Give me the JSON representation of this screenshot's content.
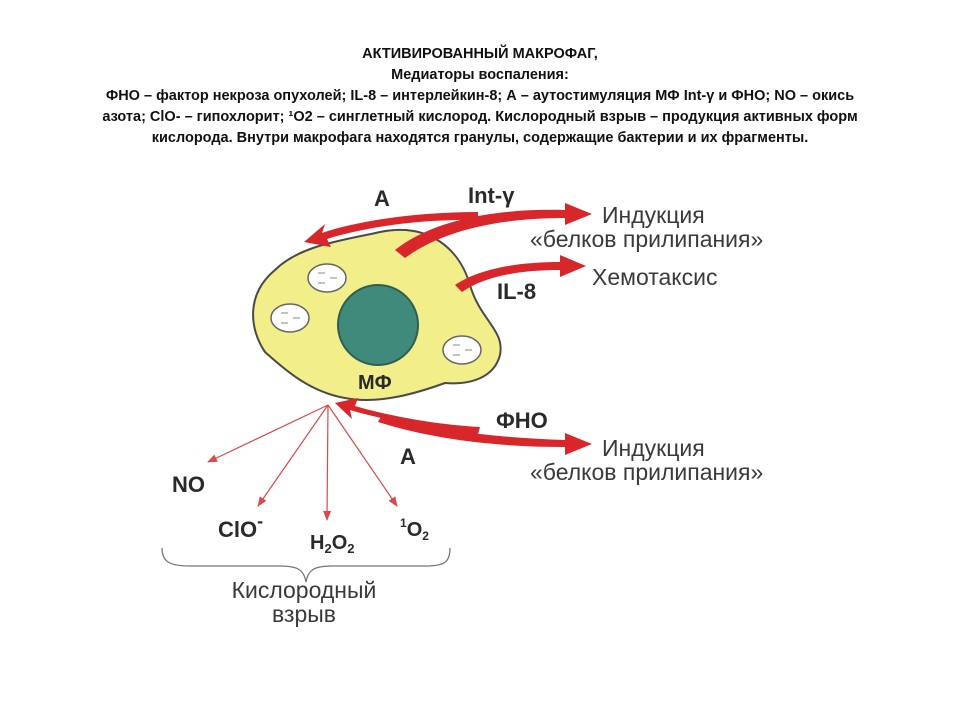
{
  "caption": {
    "line1": "АКТИВИРОВАННЫЙ МАКРОФАГ,",
    "line2": "Медиаторы воспаления:",
    "line3": "ФНО – фактор некроза опухолей; IL-8 – интерлейкин-8; А – аутостимуляция МФ Int-γ и ФНО; NO – окись",
    "line4": "азота; ClO- – гипохлорит; ¹O2 – синглетный кислород. Кислородный взрыв – продукция активных форм",
    "line5": "кислорода. Внутри макрофага находятся гранулы, содержащие бактерии и их фрагменты."
  },
  "diagram": {
    "cell_label": "МФ",
    "a_top": "А",
    "int_gamma": "Int-γ",
    "il8": "IL-8",
    "fno": "ФНО",
    "a_bottom": "А",
    "induction_top_1": "Индукция",
    "induction_top_2": "«белков прилипания»",
    "chemotaxis": "Хемотаксис",
    "induction_bottom_1": "Индукция",
    "induction_bottom_2": "«белков прилипания»",
    "no": "NO",
    "clo": "ClO",
    "clo_sup": "-",
    "h2o2_h": "H",
    "h2o2_2a": "2",
    "h2o2_o": "O",
    "h2o2_2b": "2",
    "singlet_sup": "1",
    "singlet_o": "O",
    "singlet_sub": "2",
    "burst_1": "Кислородный",
    "burst_2": "взрыв"
  },
  "colors": {
    "cell_fill": "#f2ee8a",
    "cell_stroke": "#4a4a4a",
    "nucleus_fill": "#3f8a7a",
    "arrow_red": "#d9262b",
    "thin_arrow": "#d9494d",
    "granule_fill": "#ffffff"
  }
}
